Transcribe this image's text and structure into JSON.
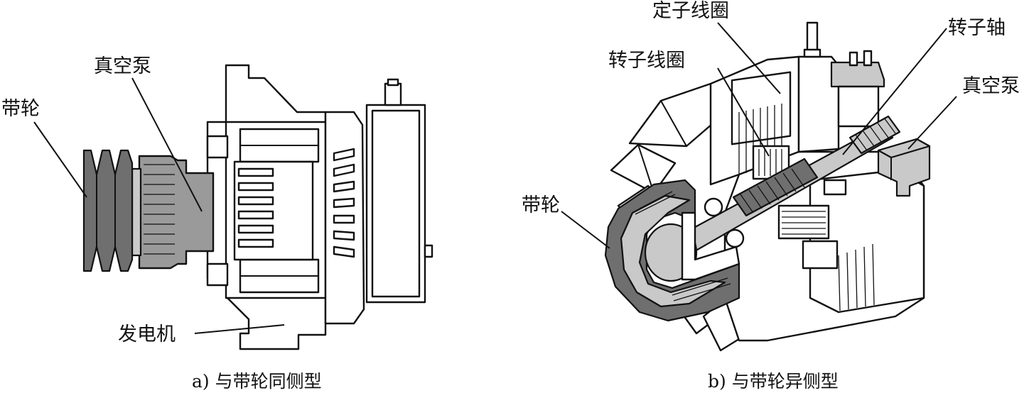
{
  "panel_a": {
    "caption": "a) 与带轮同侧型",
    "labels": {
      "pulley": "带轮",
      "vacuum_pump": "真空泵",
      "generator": "发电机"
    }
  },
  "panel_b": {
    "caption": "b) 与带轮异侧型",
    "labels": {
      "stator_coil": "定子线圈",
      "rotor_coil": "转子线圈",
      "rotor_shaft": "转子轴",
      "vacuum_pump": "真空泵",
      "pulley": "带轮"
    }
  }
}
